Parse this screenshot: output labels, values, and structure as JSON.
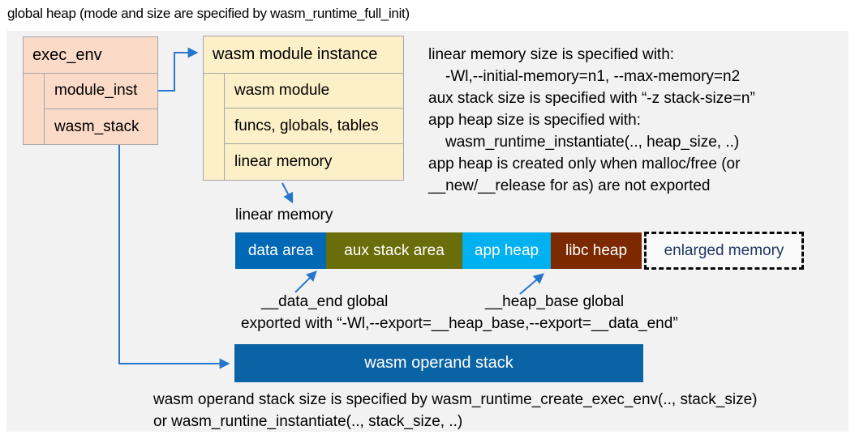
{
  "title": "global heap (mode and size are specified by wasm_runtime_full_init)",
  "colors": {
    "panel_bg": "#f2f2f2",
    "box_salmon": "#fbdac8",
    "box_cream": "#fbf0c8",
    "box_border": "#a6a6a6",
    "arrow_blue": "#2776cd",
    "data_area": "#0068b5",
    "aux_stack_area": "#6a6e0a",
    "app_heap": "#00b1f1",
    "libc_heap": "#7c2900",
    "operand_stack": "#0a63a4",
    "enlarged_memory_bg": "#fafafa",
    "enlarged_memory_text": "#1f3864"
  },
  "exec_env_box": {
    "header": "exec_env",
    "rows": [
      "module_inst",
      "wasm_stack"
    ]
  },
  "module_instance_box": {
    "header": "wasm module instance",
    "rows": [
      "wasm module",
      "funcs, globals, tables",
      "linear memory"
    ]
  },
  "right_notes": {
    "lines": [
      "linear memory size is specified with:",
      "-Wl,--initial-memory=n1, --max-memory=n2",
      "aux stack size is specified with “-z stack-size=n”",
      "app heap size is specified with:",
      "wasm_runtime_instantiate(.., heap_size, ..)",
      "app heap is created only when malloc/free (or",
      "__new/__release for as) are not exported"
    ]
  },
  "linear_memory": {
    "label": "linear memory",
    "segments": [
      {
        "label": "data area",
        "color": "#0068b5"
      },
      {
        "label": "aux stack area",
        "color": "#6a6e0a"
      },
      {
        "label": "app heap",
        "color": "#00b1f1"
      },
      {
        "label": "libc heap",
        "color": "#7c2900"
      },
      {
        "label": "enlarged memory",
        "color": "#fafafa",
        "text_color": "#1f3864",
        "border": "dashed"
      }
    ]
  },
  "annotations": {
    "data_end": "__data_end global",
    "heap_base": "__heap_base global",
    "exported": "exported with “-Wl,--export=__heap_base,--export=__data_end”"
  },
  "operand_stack": {
    "label": "wasm operand stack"
  },
  "bottom_notes": {
    "lines": [
      "wasm operand stack size is specified by wasm_runtime_create_exec_env(.., stack_size)",
      "or wasm_runtine_instantiate(.., stack_size, ..)"
    ]
  }
}
